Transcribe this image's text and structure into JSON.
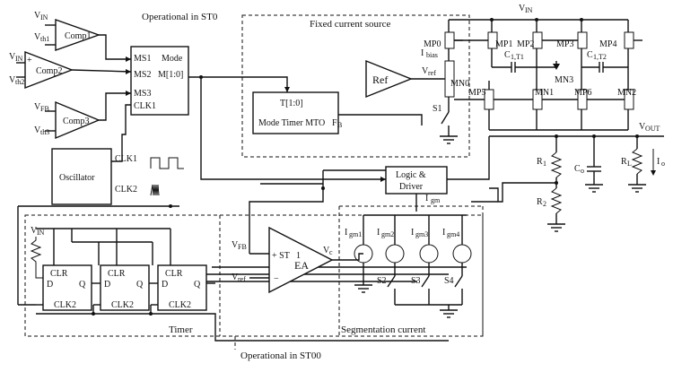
{
  "regions": {
    "st0": "Operational in ST0",
    "st00": "Operational in ST00",
    "fixed": "Fixed current source",
    "seg": "Segmentation current",
    "timer": "Timer"
  },
  "comparators": {
    "comp1": "Comp1",
    "comp2": "Comp2",
    "comp3": "Comp3",
    "vin1": "V",
    "vin1_sub": "IN",
    "vth1": "V",
    "vth1_sub": "th1",
    "vin2": "V",
    "vin2_sub": "IN",
    "vth2": "V",
    "vth2_sub": "th2",
    "vfb3": "V",
    "vfb3_sub": "FB",
    "vth3": "V",
    "vth3_sub": "th3"
  },
  "mode": {
    "ms1": "MS1",
    "mode": "Mode",
    "ms2": "MS2",
    "m": "M[1:0]",
    "ms3": "MS3",
    "clk1": "CLK1"
  },
  "oscillator": {
    "label": "Oscillator",
    "clk1": "CLK1",
    "clk2": "CLK2"
  },
  "mto": {
    "t": "T[1:0]",
    "label": "Mode Timer MTO",
    "fb": "F",
    "fb_sub": "B"
  },
  "ref": {
    "label": "Ref",
    "vref": "V",
    "vref_sub": "ref",
    "ibias": "I",
    "ibias_sub": "bias"
  },
  "transistors": {
    "mp0": "MP0",
    "mp1": "MP1",
    "mp2": "MP2",
    "mp3": "MP3",
    "mp4": "MP4",
    "mn0": "MN0",
    "mn1": "MN1",
    "mn2": "MN2",
    "mn3": "MN3",
    "mp5": "MP5",
    "mp6": "MP6",
    "s1": "S1",
    "cl1": "C",
    "cl1_sub": "1,T1",
    "cl2": "C",
    "cl2_sub": "1,T2"
  },
  "top": {
    "vin": "V",
    "vin_sub": "IN",
    "vout": "V",
    "vout_sub": "OUT"
  },
  "output": {
    "r1": "R",
    "r1_sub": "1",
    "r2": "R",
    "r2_sub": "2",
    "co": "C",
    "co_sub": "o",
    "rl": "R",
    "rl_sub": "L",
    "io": "I",
    "io_sub": "o"
  },
  "logic": {
    "line1": "Logic &",
    "line2": "Driver",
    "igm": "I",
    "igm_sub": "gm"
  },
  "ea": {
    "label": "EA",
    "st1": "+ ST",
    "minus": "−",
    "vfb": "V",
    "vfb_sub": "FB",
    "vref": "V",
    "vref_sub": "ref",
    "vc": "V",
    "vc_sub": "c"
  },
  "seg": {
    "i1": "I",
    "i1_sub": "gm1",
    "i2": "I",
    "i2_sub": "gm2",
    "i3": "I",
    "i3_sub": "gm3",
    "i4": "I",
    "i4_sub": "gm4",
    "s2": "S2",
    "s3": "S3",
    "s4": "S4"
  },
  "ff": {
    "clr": "CLR",
    "d": "D",
    "q": "Q",
    "clk2": "CLK2",
    "vin": "V",
    "vin_sub": "IN"
  }
}
